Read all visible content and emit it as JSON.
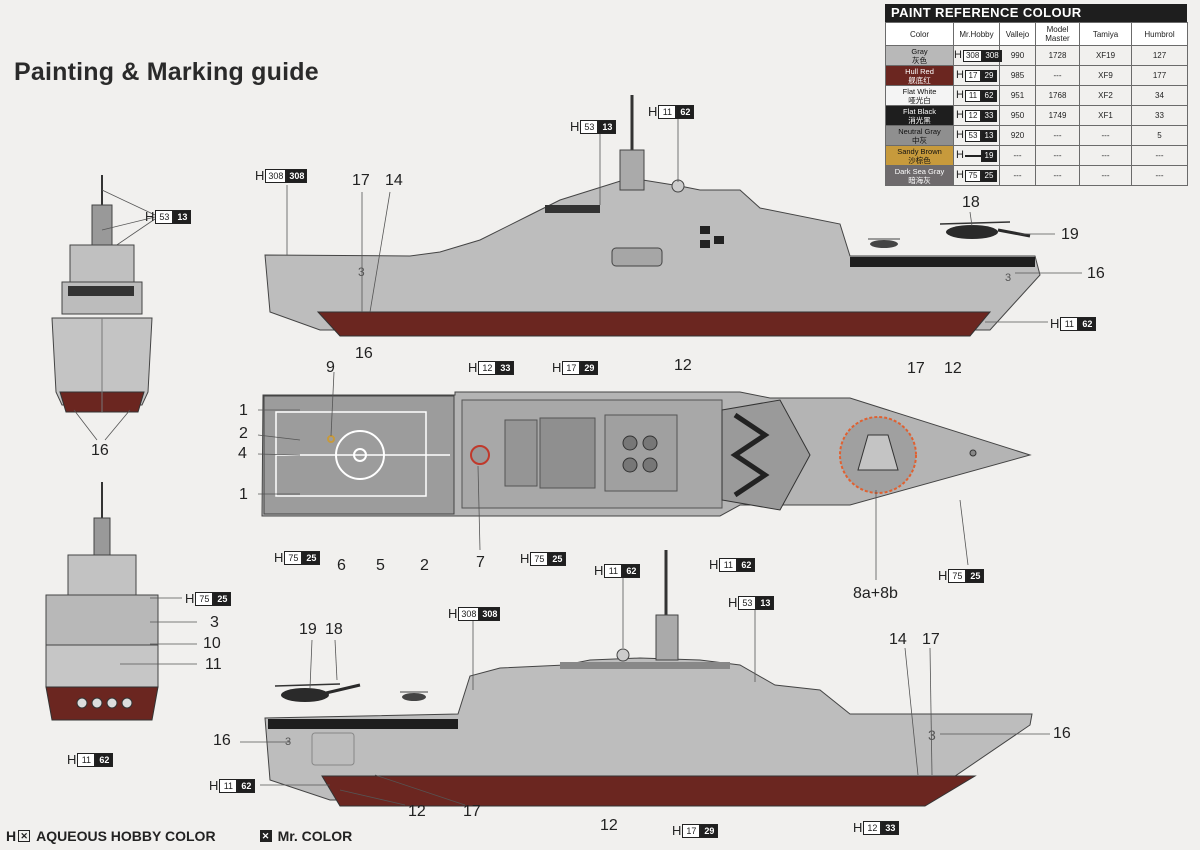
{
  "title": "Painting & Marking guide",
  "paint_reference": {
    "heading": "PAINT  REFERENCE COLOUR",
    "columns": [
      "Color",
      "Mr.Hobby",
      "Vallejo",
      "Model Master",
      "Tamiya",
      "Humbrol"
    ],
    "rows": [
      {
        "name": "Gray",
        "name_cn": "灰色",
        "swatch": "#b8b8b8",
        "text_color": "#111111",
        "h_white": "308",
        "h_black": "308",
        "vallejo": "990",
        "model_master": "1728",
        "tamiya": "XF19",
        "humbrol": "127"
      },
      {
        "name": "Hull Red",
        "name_cn": "舰底红",
        "swatch": "#6b2620",
        "text_color": "#ffffff",
        "h_white": "17",
        "h_black": "29",
        "vallejo": "985",
        "model_master": "---",
        "tamiya": "XF9",
        "humbrol": "177"
      },
      {
        "name": "Flat White",
        "name_cn": "哑光白",
        "swatch": "#f4f4f4",
        "text_color": "#111111",
        "h_white": "11",
        "h_black": "62",
        "vallejo": "951",
        "model_master": "1768",
        "tamiya": "XF2",
        "humbrol": "34"
      },
      {
        "name": "Flat Black",
        "name_cn": "消光黑",
        "swatch": "#1e1e1e",
        "text_color": "#ffffff",
        "h_white": "12",
        "h_black": "33",
        "vallejo": "950",
        "model_master": "1749",
        "tamiya": "XF1",
        "humbrol": "33"
      },
      {
        "name": "Neutral Gray",
        "name_cn": "中灰",
        "swatch": "#8f8f8f",
        "text_color": "#111111",
        "h_white": "53",
        "h_black": "13",
        "vallejo": "920",
        "model_master": "---",
        "tamiya": "---",
        "humbrol": "5"
      },
      {
        "name": "Sandy Brown",
        "name_cn": "沙棕色",
        "swatch": "#c79a3c",
        "text_color": "#111111",
        "h_white": "",
        "h_black": "19",
        "vallejo": "---",
        "model_master": "---",
        "tamiya": "---",
        "humbrol": "---"
      },
      {
        "name": "Dark Sea Gray",
        "name_cn": "暗海灰",
        "swatch": "#6e6a6c",
        "text_color": "#ffffff",
        "h_white": "75",
        "h_black": "25",
        "vallejo": "---",
        "model_master": "---",
        "tamiya": "---",
        "humbrol": "---"
      }
    ]
  },
  "paint_callouts": {
    "h_letter": "H",
    "front_view_mast": {
      "white": "53",
      "black": "13"
    },
    "front_view_hull": {
      "white": "11",
      "black": "62"
    },
    "stern_view_deck": {
      "white": "75",
      "black": "25"
    },
    "side_top_flag": {
      "white": "308",
      "black": "308"
    },
    "side_top_mast": {
      "white": "53",
      "black": "13"
    },
    "side_top_radar": {
      "white": "11",
      "black": "62"
    },
    "side_top_stern": {
      "white": "11",
      "black": "62"
    },
    "side_top_waterline": {
      "white": "12",
      "black": "33"
    },
    "side_top_hull": {
      "white": "17",
      "black": "29"
    },
    "deck_helipad": {
      "white": "75",
      "black": "25"
    },
    "deck_mid": {
      "white": "75",
      "black": "25"
    },
    "deck_bridge": {
      "white": "11",
      "black": "62"
    },
    "deck_bow": {
      "white": "75",
      "black": "25"
    },
    "side_bottom_mast": {
      "white": "11",
      "black": "62"
    },
    "side_bottom_flag": {
      "white": "308",
      "black": "308"
    },
    "side_bottom_radar": {
      "white": "53",
      "black": "13"
    },
    "side_bottom_bow": {
      "white": "11",
      "black": "62"
    },
    "side_bottom_hull": {
      "white": "17",
      "black": "29"
    },
    "side_bottom_waterline": {
      "white": "12",
      "black": "33"
    }
  },
  "part_numbers": {
    "front_view": [
      "16"
    ],
    "stern_view": [
      "3",
      "10",
      "11"
    ],
    "side_top": [
      "17",
      "14",
      "18",
      "19",
      "16",
      "16",
      "12",
      "17",
      "12"
    ],
    "deck": [
      "9",
      "1",
      "2",
      "4",
      "1",
      "6",
      "5",
      "2",
      "7",
      "8a+8b"
    ],
    "side_bottom": [
      "19",
      "18",
      "14",
      "17",
      "16",
      "16",
      "12",
      "17",
      "12"
    ]
  },
  "hull_marking": "3",
  "legend": {
    "aqueous": {
      "letter": "H",
      "label": "AQUEOUS HOBBY COLOR"
    },
    "mr_color": {
      "label": "Mr. COLOR"
    }
  },
  "colors": {
    "hull_gray": "#bdbdbd",
    "hull_gray_dark": "#9a9a9a",
    "deck_gray": "#b0b0b0",
    "hull_red": "#6b2620",
    "black": "#1e1e1e",
    "background": "#f1f0ee"
  }
}
